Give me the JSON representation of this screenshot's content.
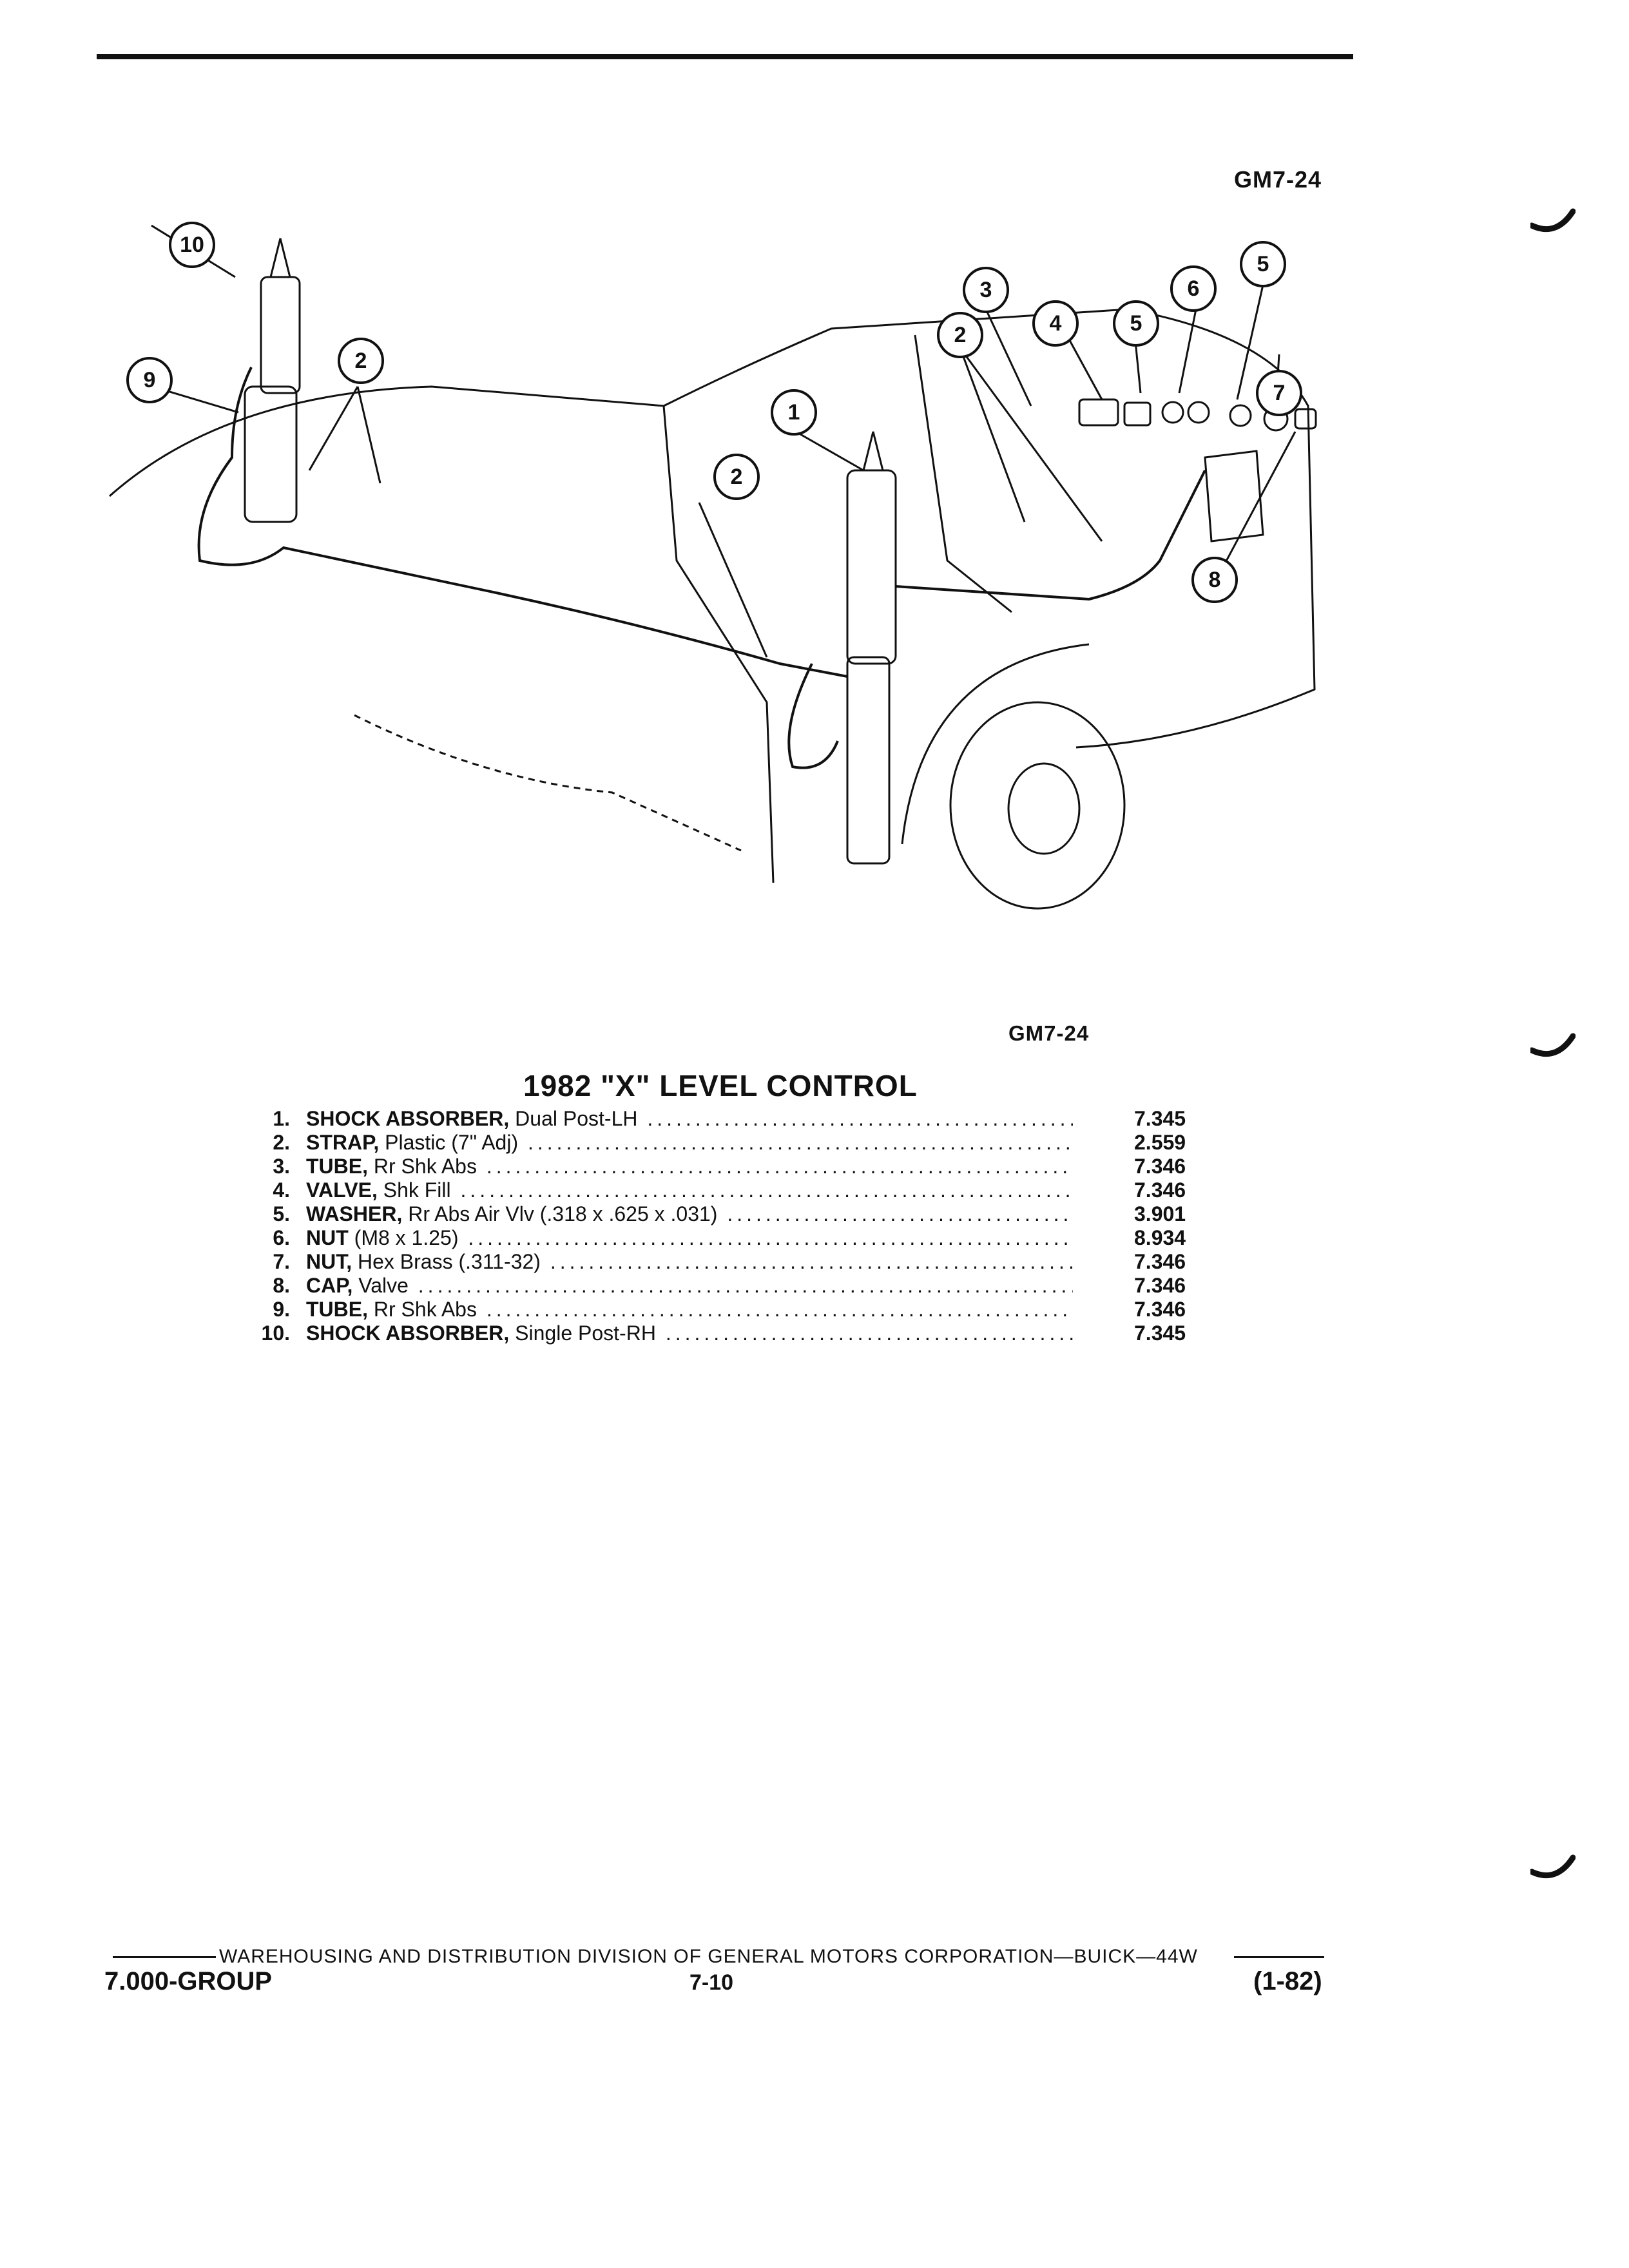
{
  "figure_code_top": "GM7-24",
  "figure_code_bottom": "GM7-24",
  "title": "1982 \"X\" LEVEL CONTROL",
  "callouts": [
    "10",
    "9",
    "2",
    "1",
    "2",
    "3",
    "2",
    "4",
    "5",
    "6",
    "5",
    "7",
    "8"
  ],
  "parts": [
    {
      "num": "1.",
      "name": "SHOCK ABSORBER,",
      "desc": " Dual Post-LH",
      "code": "7.345"
    },
    {
      "num": "2.",
      "name": "STRAP,",
      "desc": " Plastic (7\" Adj)",
      "code": "2.559"
    },
    {
      "num": "3.",
      "name": "TUBE,",
      "desc": " Rr Shk Abs",
      "code": "7.346"
    },
    {
      "num": "4.",
      "name": "VALVE,",
      "desc": " Shk Fill",
      "code": "7.346"
    },
    {
      "num": "5.",
      "name": "WASHER,",
      "desc": " Rr Abs Air Vlv (.318 x .625 x .031)",
      "code": "3.901"
    },
    {
      "num": "6.",
      "name": "NUT",
      "desc": " (M8 x 1.25)",
      "code": "8.934"
    },
    {
      "num": "7.",
      "name": "NUT,",
      "desc": " Hex Brass (.311-32)",
      "code": "7.346"
    },
    {
      "num": "8.",
      "name": "CAP,",
      "desc": " Valve",
      "code": "7.346"
    },
    {
      "num": "9.",
      "name": "TUBE,",
      "desc": " Rr Shk Abs",
      "code": "7.346"
    },
    {
      "num": "10.",
      "name": "SHOCK ABSORBER,",
      "desc": " Single Post-RH",
      "code": "7.345"
    }
  ],
  "footer": {
    "division_line": "WAREHOUSING AND DISTRIBUTION  DIVISION OF GENERAL MOTORS CORPORATION—BUICK—44W",
    "group": "7.000-GROUP",
    "page": "7-10",
    "date": "(1-82)"
  }
}
